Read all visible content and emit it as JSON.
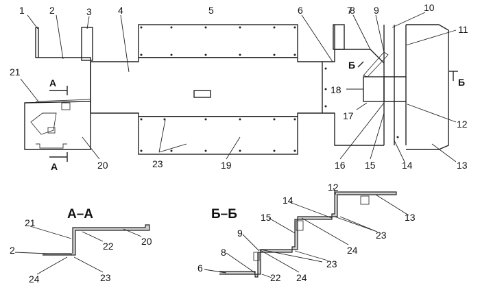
{
  "part_numbers": [
    "1",
    "2",
    "3",
    "4",
    "5",
    "6",
    "7",
    "8",
    "9",
    "10",
    "11",
    "12",
    "13",
    "14",
    "15",
    "16",
    "17",
    "18",
    "19",
    "20",
    "21",
    "22",
    "23",
    "24"
  ],
  "section_titles": {
    "aa": "А–А",
    "bb": "Б–Б"
  },
  "section_markers": {
    "a": "А",
    "b": "Б"
  }
}
